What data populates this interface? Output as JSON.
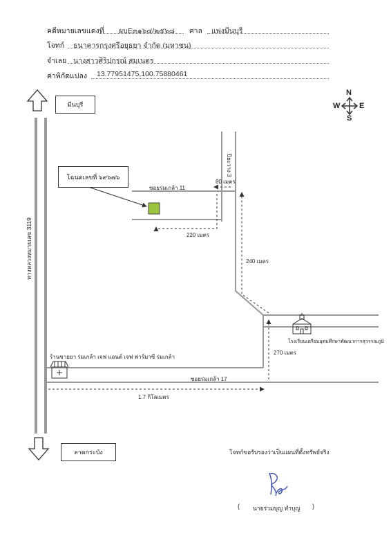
{
  "header": {
    "case_label": "คดีหมายเลขแดงที่",
    "case_value": "ผบE๓๑๖๔/๒๕๖๘",
    "court_label": "ศาล",
    "court_value": "แพ่งมีนบุรี",
    "plaintiff_label": "โจทก์",
    "plaintiff_value": "ธนาคารกรุงศรีอยุธยา จำกัด (มหาชน)",
    "defendant_label": "จำเลย",
    "defendant_value": "นางสาวศิริปกรณ์ สมเนตร",
    "coords_label": "ค่าพิกัดแปลง",
    "coords_value": "13.77951475,100.75880461"
  },
  "map": {
    "north_dest": "มีนบุรี",
    "south_dest": "ลาดกระบัง",
    "highway_label": "ทางหลวงหมายเลข 3119",
    "plot_label": "โฉนดเลขที่ ๖๙๖๗๖",
    "soi11_label": "ซอยร่มเกล้า 11",
    "soi17_label": "ซอยร่มเกล้า 17",
    "side_road_label": "ปิยะวาง 3",
    "dist_80": "80 เมตร",
    "dist_220": "220 เมตร",
    "dist_240": "240 เมตร",
    "dist_270": "270 เมตร",
    "dist_17km": "1.7 กิโลเมตร",
    "school_label": "โรงเรียนเตรียมอุดมศึกษาพัฒนาการสุวรรณภูมิ",
    "pharmacy_label": "ร้านขายยา ร่มเกล้า เจฟ แอนด์ เจฟ ฟาร์มาซี ร่มเกล้า",
    "compass": {
      "n": "N",
      "s": "S",
      "e": "E",
      "w": "W"
    },
    "plot_color": "#9bc53d"
  },
  "footer": {
    "certify_text": "โจทก์ขอรับรองว่าเป็นแผนที่ตั้งทรัพย์จริง",
    "signer_name": "นายร่วมบุญ ทำบุญ",
    "paren_open": "(",
    "paren_close": ")"
  }
}
